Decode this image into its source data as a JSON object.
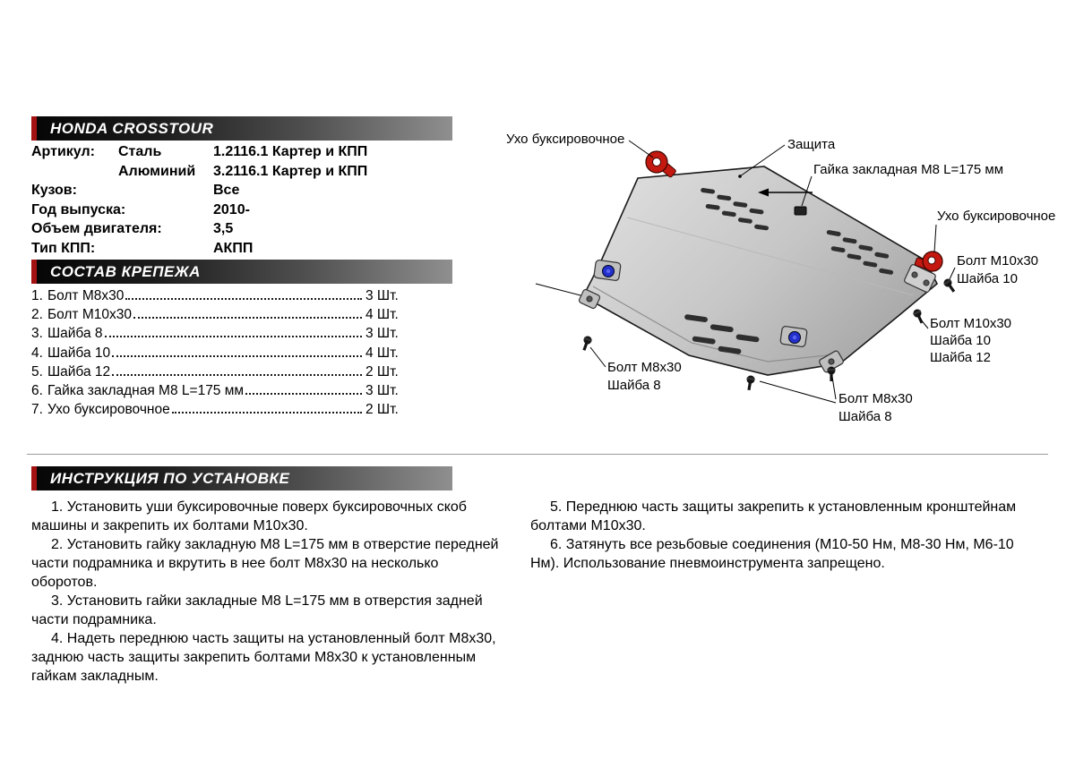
{
  "header": {
    "title": "HONDA CROSSTOUR"
  },
  "specs": {
    "rows": [
      {
        "label": "Артикул:",
        "sub": "Сталь",
        "value": "1.2116.1 Картер и КПП"
      },
      {
        "label": "",
        "sub": "Алюминий",
        "value": "3.2116.1 Картер и КПП"
      },
      {
        "label": "Кузов:",
        "sub": "",
        "value": "Все"
      },
      {
        "label": "Год выпуска:",
        "sub": "",
        "value": "2010-"
      },
      {
        "label": "Объем двигателя:",
        "sub": "",
        "value": "3,5"
      },
      {
        "label": "Тип КПП:",
        "sub": "",
        "value": "АКПП"
      }
    ]
  },
  "hardware": {
    "title": "СОСТАВ КРЕПЕЖА",
    "items": [
      {
        "num": "1.",
        "name": "Болт М8х30",
        "qty": "3 Шт."
      },
      {
        "num": "2.",
        "name": "Болт М10х30",
        "qty": "4 Шт."
      },
      {
        "num": "3.",
        "name": "Шайба 8",
        "qty": "3 Шт."
      },
      {
        "num": "4.",
        "name": "Шайба 10",
        "qty": "4 Шт."
      },
      {
        "num": "5.",
        "name": "Шайба 12",
        "qty": "2 Шт."
      },
      {
        "num": "6.",
        "name": "Гайка закладная М8 L=175 мм",
        "qty": "3 Шт."
      },
      {
        "num": "7.",
        "name": "Ухо буксировочное",
        "qty": "2 Шт."
      }
    ]
  },
  "diagram": {
    "labels": {
      "tow_ear_left": "Ухо буксировочное",
      "shield": "Защита",
      "embedded_nut": "Гайка закладная М8 L=175 мм",
      "tow_ear_right": "Ухо буксировочное",
      "bolt_m10_a": "Болт М10х30",
      "washer10_a": "Шайба 10",
      "bolt_m10_b": "Болт М10х30",
      "washer10_b": "Шайба 10",
      "washer12_b": "Шайба 12",
      "bolt_m8_a": "Болт М8х30",
      "washer8_a": "Шайба 8",
      "bolt_m8_b": "Болт М8х30",
      "washer8_b": "Шайба 8"
    }
  },
  "instructions": {
    "title": "ИНСТРУКЦИЯ ПО УСТАНОВКЕ",
    "left": [
      "1. Установить уши буксировочные поверх буксировочных скоб машины и закрепить их болтами М10х30.",
      "2. Установить гайку закладную М8 L=175 мм в отверстие передней части подрамника и вкрутить в нее болт М8х30 на несколько оборотов.",
      "3. Установить гайки закладные М8 L=175 мм в отверстия задней части подрамника.",
      "4. Надеть переднюю часть защиты на установленный болт М8х30, заднюю часть защиты закрепить болтами М8х30 к установленным гайкам закладным."
    ],
    "right": [
      "5. Переднюю часть защиты закрепить к установленным кронштейнам болтами М10х30.",
      "6. Затянуть все резьбовые соединения (М10-50 Нм, М8-30 Нм, М6-10 Нм). Использование пневмоинструмента запрещено."
    ]
  },
  "colors": {
    "bar_gradient_start": "#050505",
    "bar_gradient_end": "#8f8f8f",
    "accent_red": "#a31111",
    "tow_hook_red": "#c41910",
    "bolt_blue": "#2330cc",
    "plate_light": "#dcdcdc",
    "plate_dark": "#aaaaaa"
  }
}
